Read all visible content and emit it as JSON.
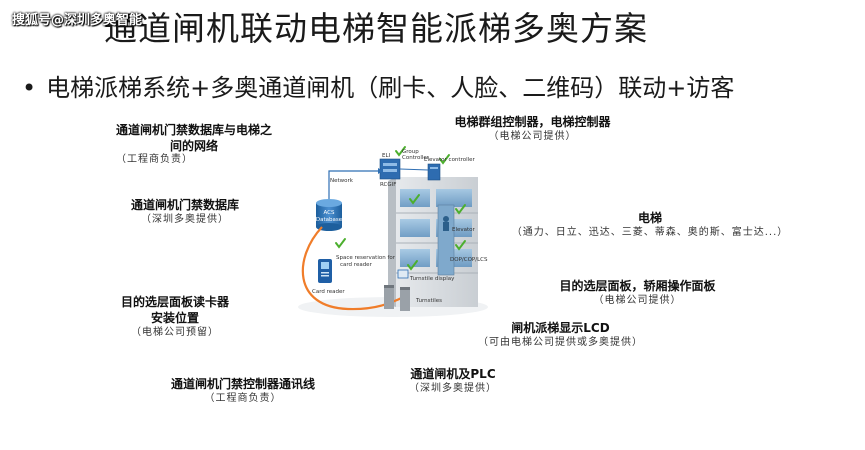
{
  "watermark": "搜狐号@深圳多奥智能",
  "title": "通道闸机联动电梯智能派梯多奥方案",
  "bullet": "电梯派梯系统+多奥通道闸机（刷卡、人脸、二维码）联动+访客",
  "labels": {
    "network": {
      "title_line1": "通道闸机门禁数据库与电梯之",
      "title_line2": "间的网络",
      "note": "（工程商负责）"
    },
    "database": {
      "title": "通道闸机门禁数据库",
      "note": "（深圳多奥提供）"
    },
    "reader": {
      "title_line1": "目的选层面板读卡器",
      "title_line2": "安装位置",
      "note": "（电梯公司预留）"
    },
    "controller_wire": {
      "title": "通道闸机门禁控制器通讯线",
      "note": "（工程商负责）"
    },
    "group_controller": {
      "title": "电梯群组控制器，电梯控制器",
      "note": "（电梯公司提供）"
    },
    "elevator": {
      "title": "电梯",
      "note": "（通力、日立、迅达、三菱、蒂森、奥的斯、富士达...）"
    },
    "dest_panel": {
      "title": "目的选层面板，轿厢操作面板",
      "note": "（电梯公司提供）"
    },
    "lcd": {
      "title": "闸机派梯显示LCD",
      "note": "（可由电梯公司提供或多奥提供）"
    },
    "gate_plc": {
      "title": "通道闸机及PLC",
      "note": "（深圳多奥提供）"
    }
  },
  "diagram": {
    "network": "Network",
    "acs_line1": "ACS",
    "acs_line2": "Database",
    "eli": "ELI",
    "group_line1": "Group",
    "group_line2": "Controller",
    "rcgif": "RCGIF",
    "elevator_controller": "Elevator controller",
    "elevator": "Elevator",
    "dop": "DOP/COP/LCS",
    "space_line1": "Space reservation for",
    "space_line2": "card reader",
    "card_reader": "Card reader",
    "turnstile_display": "Turnstile display",
    "turnstiles": "Turnstiles"
  },
  "colors": {
    "accent_orange": "#f07d2a",
    "link_blue": "#2f6fb3",
    "check_green": "#4caf2e"
  }
}
